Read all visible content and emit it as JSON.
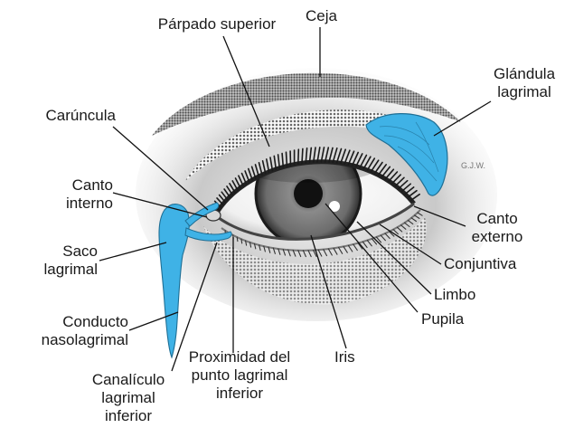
{
  "diagram": {
    "labels": {
      "parpado_superior": "Párpado superior",
      "ceja": "Ceja",
      "glandula_lagrimal": "Glándula\nlagrimal",
      "caruncula": "Carúncula",
      "canto_interno": "Canto\ninterno",
      "canto_externo": "Canto\nexterno",
      "saco_lagrimal": "Saco\nlagrimal",
      "conjuntiva": "Conjuntiva",
      "limbo": "Limbo",
      "conducto_nasolagrimal": "Conducto\nnasolagrimal",
      "pupila": "Pupila",
      "iris": "Iris",
      "proximidad_punto": "Proximidad del\npunto lagrimal\ninferior",
      "canaliculo": "Canalículo\nlagrimal\ninferior"
    },
    "signature": "G.J.W.",
    "colors": {
      "lacrimal_blue": "#3fb2e6",
      "skin_shade": "#9a9a9a",
      "iris": "#7d7d7d",
      "pupil": "#111111"
    }
  }
}
